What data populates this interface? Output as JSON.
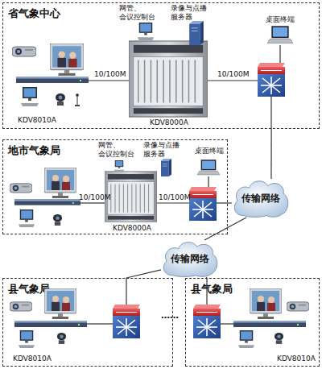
{
  "diagram": {
    "nodes": [
      {
        "text": [
          "省气象中心"
        ]
      },
      {
        "text": [
          "地市气象局"
        ]
      },
      {
        "text": [
          "传输网络"
        ]
      },
      {
        "text": [
          "传输网络"
        ]
      },
      {
        "text": [
          "县气象局"
        ]
      },
      {
        "text": [
          "县气象局"
        ]
      }
    ],
    "edges": [
      {
        "from": 0,
        "to": 2,
        "arrow": "none"
      },
      {
        "from": 1,
        "to": 2,
        "arrow": "none"
      },
      {
        "from": 2,
        "to": 3,
        "arrow": "none"
      },
      {
        "from": 3,
        "to": 4,
        "arrow": "none"
      },
      {
        "from": 3,
        "to": 5,
        "arrow": "none"
      }
    ],
    "labels": [
      "网管、 会议控制台",
      "录像与点播 服务器",
      "桌面终端",
      "10/100M",
      "10/100M",
      "KDV8010A",
      "KDV8000A",
      "网管、 会议控制台",
      "录像与点播 服务器",
      "桌面终端",
      "10/100M",
      "10/100M",
      "KDV8000A",
      "……",
      "KDV8010A",
      "KDV8010A"
    ]
  }
}
